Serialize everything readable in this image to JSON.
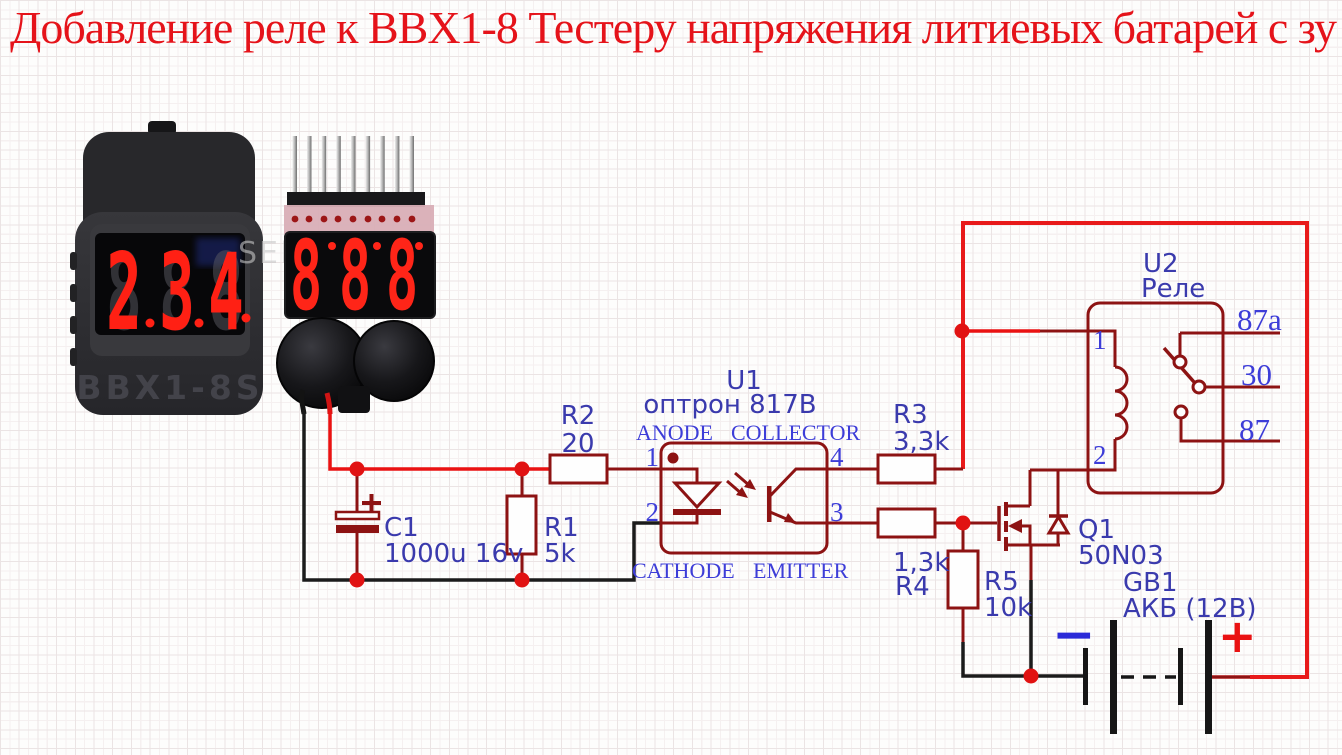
{
  "title": "Добавление реле к BBX1-8 Тестеру напряжения литиевых батарей с зу",
  "watermark": "SER",
  "photos": {
    "tester": {
      "digit1": "2",
      "digit2": "3",
      "digit3": "4",
      "ghost": "8",
      "model": "BBX1-8S"
    },
    "module": {
      "digit1": "8",
      "digit2": "8",
      "digit3": "8"
    }
  },
  "colors": {
    "title_red": "#e5131a",
    "wire_red": "#ea1212",
    "wire_dark_red": "#8d1313",
    "wire_black": "#1b1b1b",
    "label_blue": "#3a3aad",
    "pin_label_blue": "#3d3dd8",
    "battery_plus_red": "#ea1212",
    "battery_minus_blue": "#2b2bd8"
  },
  "components": {
    "c1": {
      "ref": "C1",
      "value": "1000u 16v"
    },
    "r1": {
      "ref": "R1",
      "value": "5k"
    },
    "r2": {
      "ref": "R2",
      "value": "20"
    },
    "r3": {
      "ref": "R3",
      "value": "3,3k"
    },
    "r4": {
      "ref": "R4",
      "value": "1,3k"
    },
    "r5": {
      "ref": "R5",
      "value": "10k"
    },
    "q1": {
      "ref": "Q1",
      "value": "50N03"
    },
    "u1": {
      "ref": "U1",
      "value": "оптрон 817В",
      "pin1": "1",
      "pin2": "2",
      "pin3": "3",
      "pin4": "4",
      "pin1_name": "ANODE",
      "pin2_name": "CATHODE",
      "pin3_name": "EMITTER",
      "pin4_name": "COLLECTOR"
    },
    "u2": {
      "ref": "U2",
      "value": "Реле",
      "pin1": "1",
      "pin2": "2",
      "contact_nc": "87a",
      "contact_com": "30",
      "contact_no": "87"
    },
    "gb1": {
      "ref": "GB1",
      "value": "АКБ (12В)",
      "plus": "+",
      "minus": "−"
    }
  }
}
